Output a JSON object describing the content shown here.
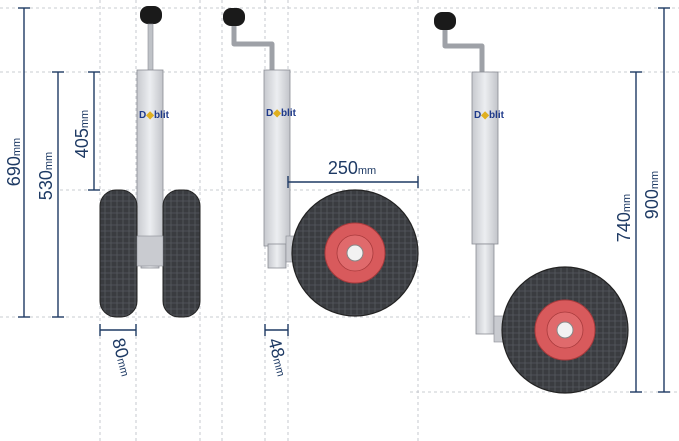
{
  "colors": {
    "dimension": "#1e3a64",
    "guide": "#b9bcc4",
    "tube": "#d9dbe0",
    "tube_edge": "#8a8d94",
    "tire": "#3a3c40",
    "rim": "#d85a5c",
    "hub": "#f2f2f2",
    "brand_blue": "#1f3a8a",
    "brand_yellow": "#e0b020"
  },
  "brand": {
    "left": "D",
    "right": "blit"
  },
  "unit": "mm",
  "dimensions": {
    "d690": {
      "value": "690",
      "unit": "mm"
    },
    "d530": {
      "value": "530",
      "unit": "mm"
    },
    "d405": {
      "value": "405",
      "unit": "mm"
    },
    "d80": {
      "value": "80",
      "unit": "mm"
    },
    "d48": {
      "value": "48",
      "unit": "mm"
    },
    "d250": {
      "value": "250",
      "unit": "mm"
    },
    "d740": {
      "value": "740",
      "unit": "mm"
    },
    "d900": {
      "value": "900",
      "unit": "mm"
    }
  },
  "views": [
    {
      "id": "front",
      "description_label": ""
    },
    {
      "id": "side",
      "description_label": ""
    },
    {
      "id": "side-extended",
      "description_label": ""
    }
  ]
}
